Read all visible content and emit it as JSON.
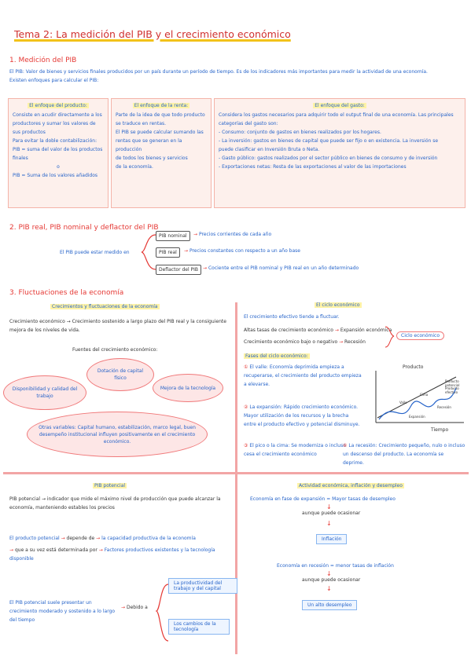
{
  "title": "Tema 2: La medición del PIB y el crecimiento económico",
  "s1": {
    "heading": "1. Medición del PIB",
    "intro1": "El PIB: Valor de bienes y servicios finales producidos por un país durante un período de tiempo. Es de los indicadores más importantes para medir la actividad de una economía.",
    "intro2": "Existen enfoques para calcular el PIB:",
    "box1": {
      "head": "El enfoque del producto:",
      "lines": [
        "Consiste en acudir directamente a los",
        "productores y sumar los valores de",
        "sus productos",
        "Para evitar la doble contabilización:",
        "PIB = suma del valor de los productos finales",
        "o",
        "PIB = Suma de los valores añadidos"
      ]
    },
    "box2": {
      "head": "El enfoque de la renta:",
      "lines": [
        "Parte de la idea de que todo producto",
        "se traduce en rentas.",
        "El PIB se puede calcular sumando las",
        "rentas que se generan en la producción",
        "de todos los bienes y servicios",
        "de la economía."
      ]
    },
    "box3": {
      "head": "El enfoque del gasto:",
      "lines": [
        "Considera los gastos necesarios para adquirir todo el output final de una economía. Las principales",
        "categorías del gasto son:",
        "- Consumo: conjunto de gastos en bienes realizados por los hogares.",
        "- La inversión: gastos en bienes de capital que puede ser fijo o en existencia. La inversión se",
        "  puede clasificar en Inversión Bruta o Neta.",
        "- Gasto público: gastos realizados por el sector público en bienes de consumo y de inversión",
        "- Exportaciones netas: Resta de las exportaciones al valor de las importaciones"
      ]
    }
  },
  "s2": {
    "heading": "2. PIB real, PIB nominal y deflactor del PIB",
    "lead": "El PIB puede estar medido en",
    "items": [
      {
        "label": "PIB nominal",
        "desc": "Precios corrientes de cada año"
      },
      {
        "label": "PIB real",
        "desc": "Precios constantes con respecto a un año base"
      },
      {
        "label": "Deflactor del PIB",
        "desc": "Cociente entre el PIB nominal y PIB real en un año determinado"
      }
    ]
  },
  "s3": {
    "heading": "3. Fluctuaciones de la economía",
    "left": {
      "head": "Crecimientos y fluctuaciones de la economía",
      "line1": "Crecimiento económico → Crecimiento sostenido a largo plazo del PIB real y la consiguiente",
      "line2": "mejora de los niveles de vida.",
      "sources": "Fuentes del crecimiento económico:",
      "e1": "Dotación de capital físico",
      "e2": "Disponibilidad y calidad del trabajo",
      "e3": "Mejora de la tecnología",
      "e4": "Otras variables: Capital humano, estabilización, marco legal, buen desempeño institucional influyen positivamente en el crecimiento económico."
    },
    "right": {
      "head": "El ciclo económico",
      "l1": "El crecimiento efectivo tiende a fluctuar.",
      "l2a": "Altas tasas de crecimiento económico",
      "l2b": "Expansión económica",
      "l3a": "Crecimiento económico bajo o negativo",
      "l3b": "Recesión",
      "cycle": "Ciclo económico",
      "phases": "Fases del ciclo económico:",
      "p1": "El valle: Economía deprimida empieza a recuperarse, el crecimiento del producto empieza a elevarse.",
      "p2": "La expansión: Rápido crecimiento económico. Mayor utilización de los recursos y la brecha entre el producto efectivo y potencial disminuye.",
      "p3": "El pico o la cima: Se moderniza o incluso cesa el crecimiento económico",
      "p4": "La recesión: Crecimiento pequeño, nulo o incluso un descenso del producto. La economía se deprime.",
      "graph_y": "Producto",
      "graph_x": "Tiempo",
      "graph_pot": "Producto potencial",
      "graph_eff": "Producto efectivo",
      "graph_labels": [
        "Valle",
        "Expansión",
        "Cima",
        "Recesión"
      ]
    }
  },
  "s4": {
    "head": "PIB potencial",
    "l1": "PIB potencial → indicador que mide el máximo nivel de producción que puede alcanzar la economía, manteniendo estables los precios",
    "l2a": "El producto potencial",
    "l2b": "depende de",
    "l2c": "la capacidad productiva de la economía",
    "l3a": "que a su vez está determinada por",
    "l3b": "Factores productivos existentes y la tecnología disponible",
    "l4": "El PIB potencial suele presentar un crecimiento moderado y sostenido a lo largo del tiempo",
    "due": "Debido a",
    "b1": "La productividad del trabajo y del capital",
    "b2": "Los cambios de la tecnología"
  },
  "s5": {
    "head": "Actividad económica, inflación y desempleo",
    "l1": "Economía en fase de expansión = Mayor tasas de desempleo",
    "c1": "aunque puede ocasionar",
    "infl": "Inflación",
    "l2": "Economía en recesión = menor tasas de inflación",
    "c2": "aunque puede ocasionar",
    "unemp": "Un alto desempleo"
  },
  "colors": {
    "accent": "#e53935",
    "blue": "#2563c9",
    "highlight": "#fff3a6",
    "box": "#fdf0ec"
  }
}
